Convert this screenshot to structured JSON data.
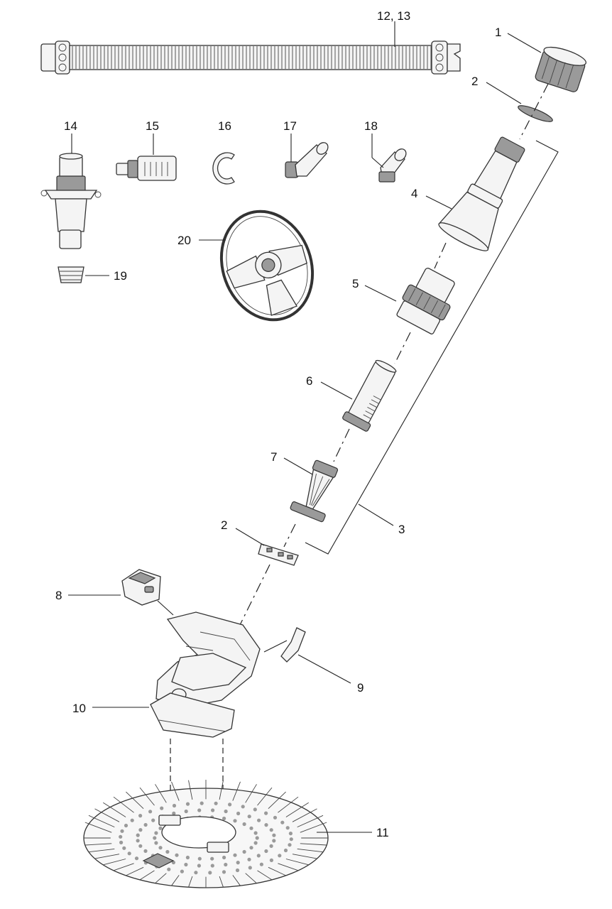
{
  "callouts": {
    "c1": "1",
    "c2a": "2",
    "c2b": "2",
    "c3": "3",
    "c4": "4",
    "c5": "5",
    "c6": "6",
    "c7": "7",
    "c8": "8",
    "c9": "9",
    "c10": "10",
    "c11": "11",
    "c12_13": "12, 13",
    "c14": "14",
    "c15": "15",
    "c16": "16",
    "c17": "17",
    "c18": "18",
    "c19": "19",
    "c20": "20"
  },
  "colors": {
    "line": "#222222",
    "part_fill": "#f4f4f4",
    "shade": "#9a9a9a"
  }
}
